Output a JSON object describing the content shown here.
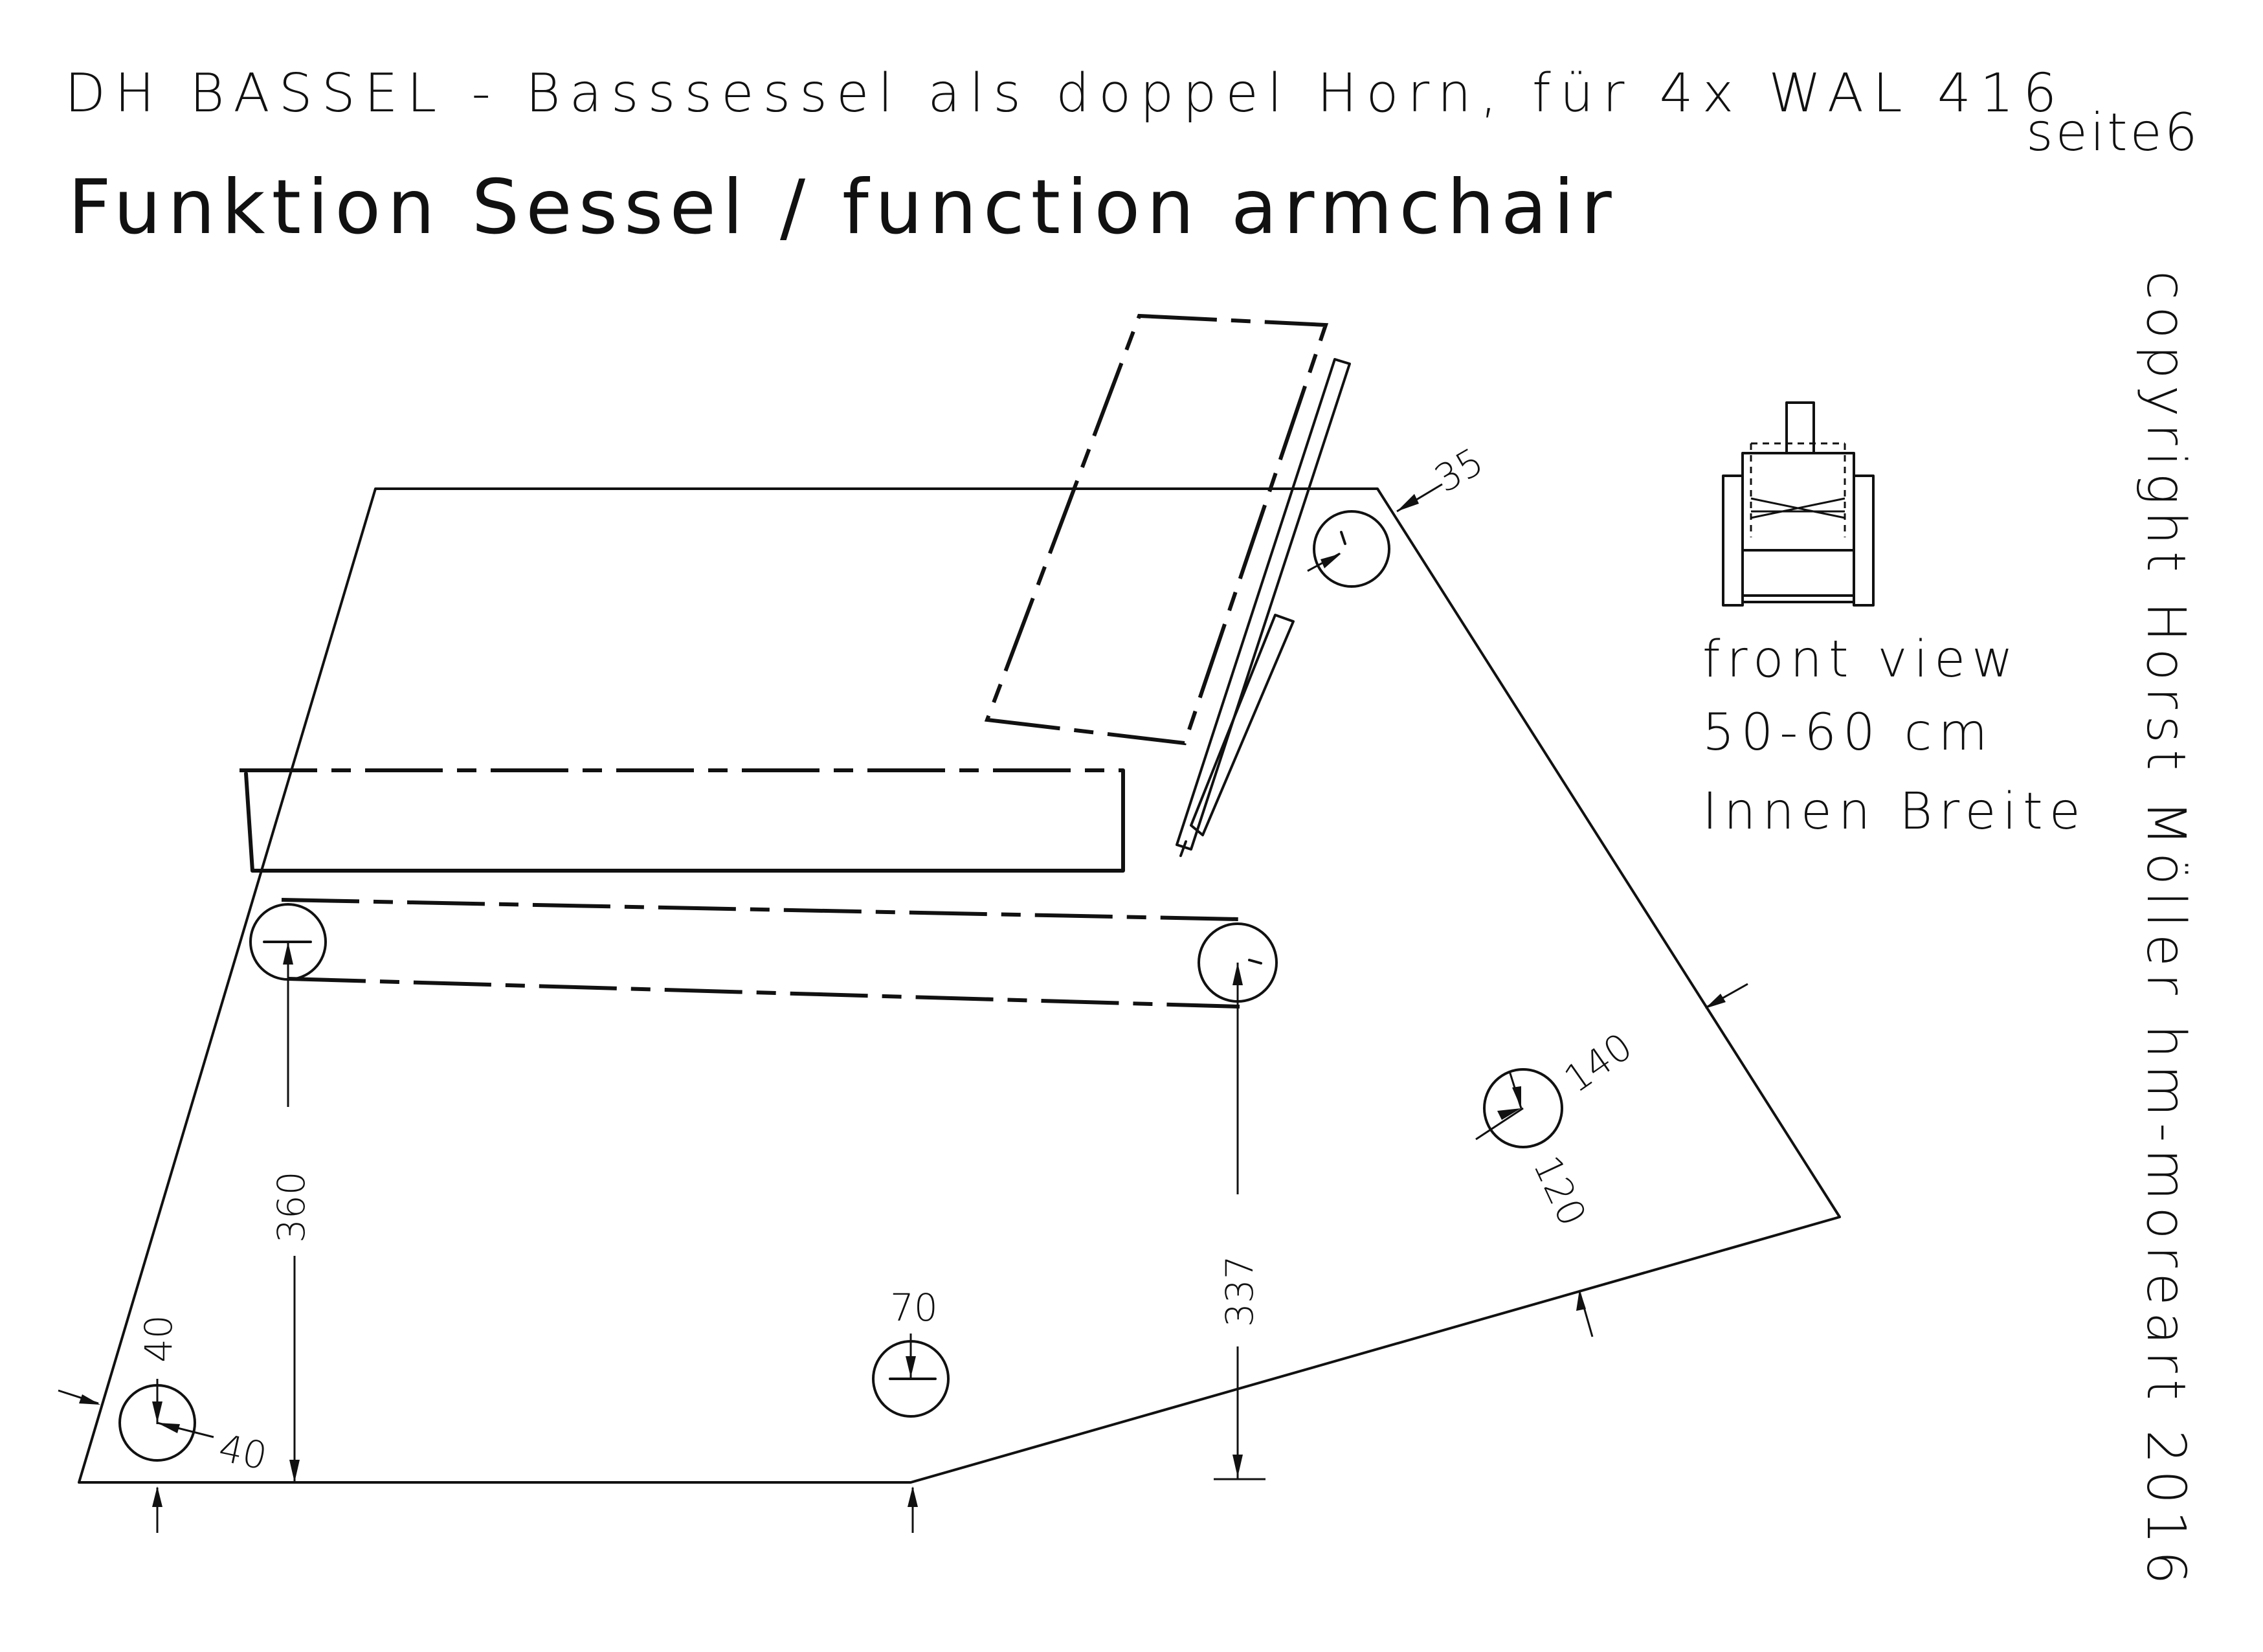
{
  "header": {
    "title_line": "DH BASSEL - Basssessel als doppel Horn, für 4x WAL 416",
    "page_label": "seite6",
    "subtitle": "Funktion Sessel / function armchair"
  },
  "copyright": "copyright Horst Möller hm-moreart 2016",
  "front_view": {
    "caption": "front view",
    "width": "50-60 cm",
    "note": "Innen Breite"
  },
  "dimensions": {
    "d35": "35",
    "d360": "360",
    "d337": "337",
    "d40_v": "40",
    "d40_h": "40",
    "d70": "70",
    "d140": "140",
    "d120": "120"
  }
}
